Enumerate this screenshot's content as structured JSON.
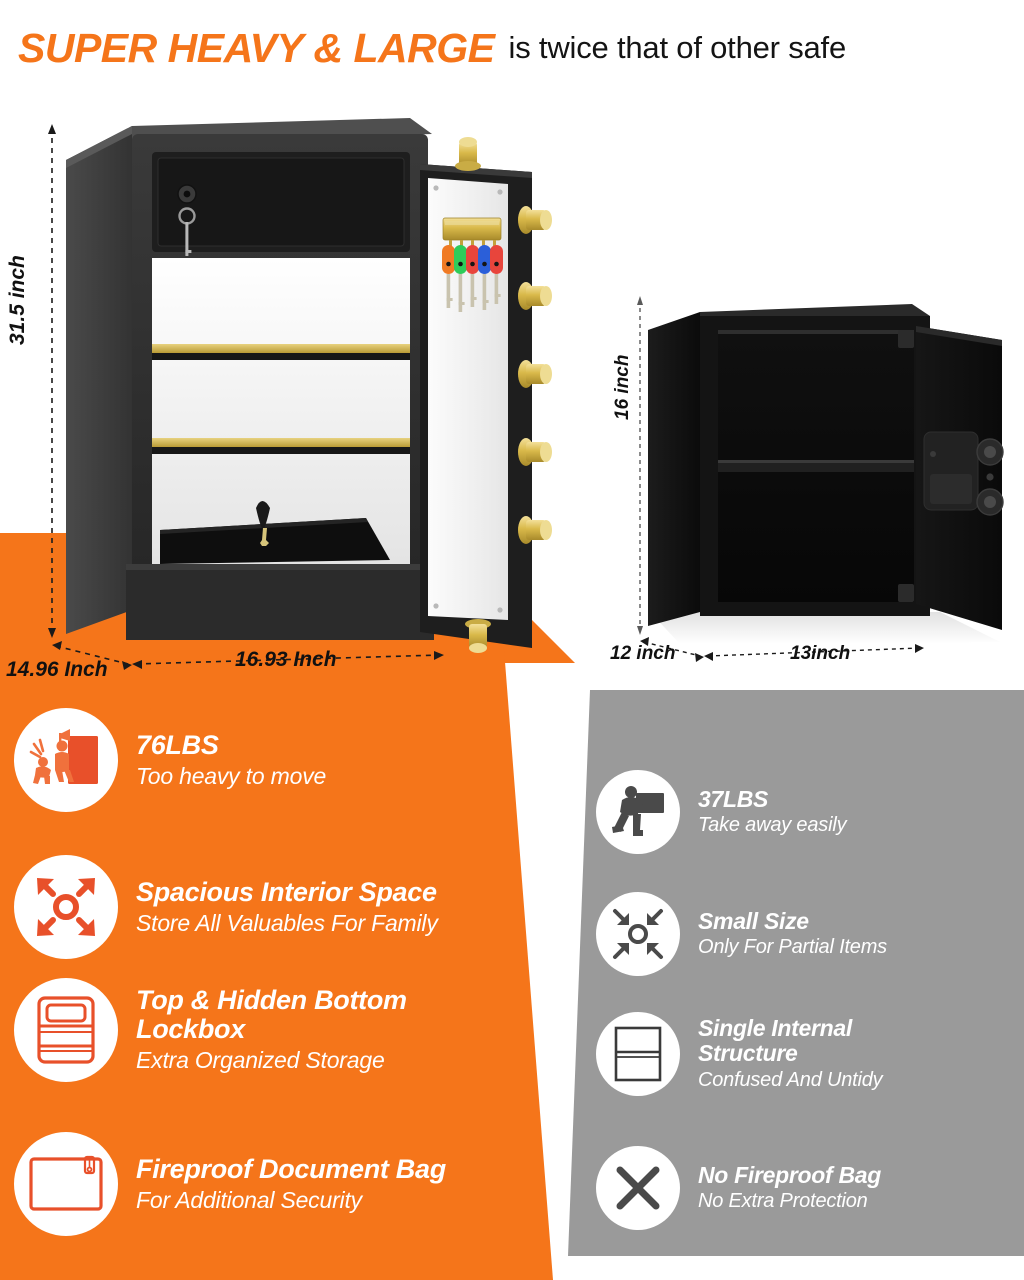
{
  "header": {
    "strong": "SUPER HEAVY & LARGE",
    "rest": "is twice that of other safe",
    "accent_color": "#F5751A"
  },
  "dimensions": {
    "large_safe": {
      "height": "31.5 inch",
      "depth": "14.96 Inch",
      "width": "16.93 Inch"
    },
    "small_safe": {
      "height": "16 inch",
      "depth": "12 inch",
      "width": "13inch"
    }
  },
  "panels": {
    "orange": {
      "color": "#F5751A",
      "features": [
        {
          "icon": "heavy-box-person-icon",
          "title": "76LBS",
          "subtitle": "Too heavy to move"
        },
        {
          "icon": "expand-arrows-icon",
          "title": "Spacious Interior Space",
          "subtitle": "Store All Valuables For Family"
        },
        {
          "icon": "lockbox-compartments-icon",
          "title": "Top & Hidden Bottom Lockbox",
          "subtitle": "Extra Organized Storage"
        },
        {
          "icon": "document-bag-icon",
          "title": "Fireproof Document Bag",
          "subtitle": "For Additional Security"
        }
      ]
    },
    "gray": {
      "color": "#9A9A9A",
      "features": [
        {
          "icon": "carry-box-person-icon",
          "title": "37LBS",
          "subtitle": "Take away easily"
        },
        {
          "icon": "contract-arrows-icon",
          "title": "Small Size",
          "subtitle": "Only For Partial Items"
        },
        {
          "icon": "single-shelf-box-icon",
          "title": "Single Internal Structure",
          "subtitle": "Confused And Untidy"
        },
        {
          "icon": "cross-x-icon",
          "title": "No Fireproof Bag",
          "subtitle": "No Extra Protection"
        }
      ]
    }
  },
  "products": {
    "large_safe": {
      "name": "large-black-safe",
      "key_fob_colors": [
        "#F07A23",
        "#2ECC5A",
        "#E8453C",
        "#2B5FD9",
        "#E8453C"
      ],
      "bolt_color": "#D9B94A",
      "door_panel_color": "#F2F2F2",
      "body_color": "#2F2F2F"
    },
    "small_safe": {
      "name": "small-black-safe",
      "body_color": "#141414"
    }
  }
}
